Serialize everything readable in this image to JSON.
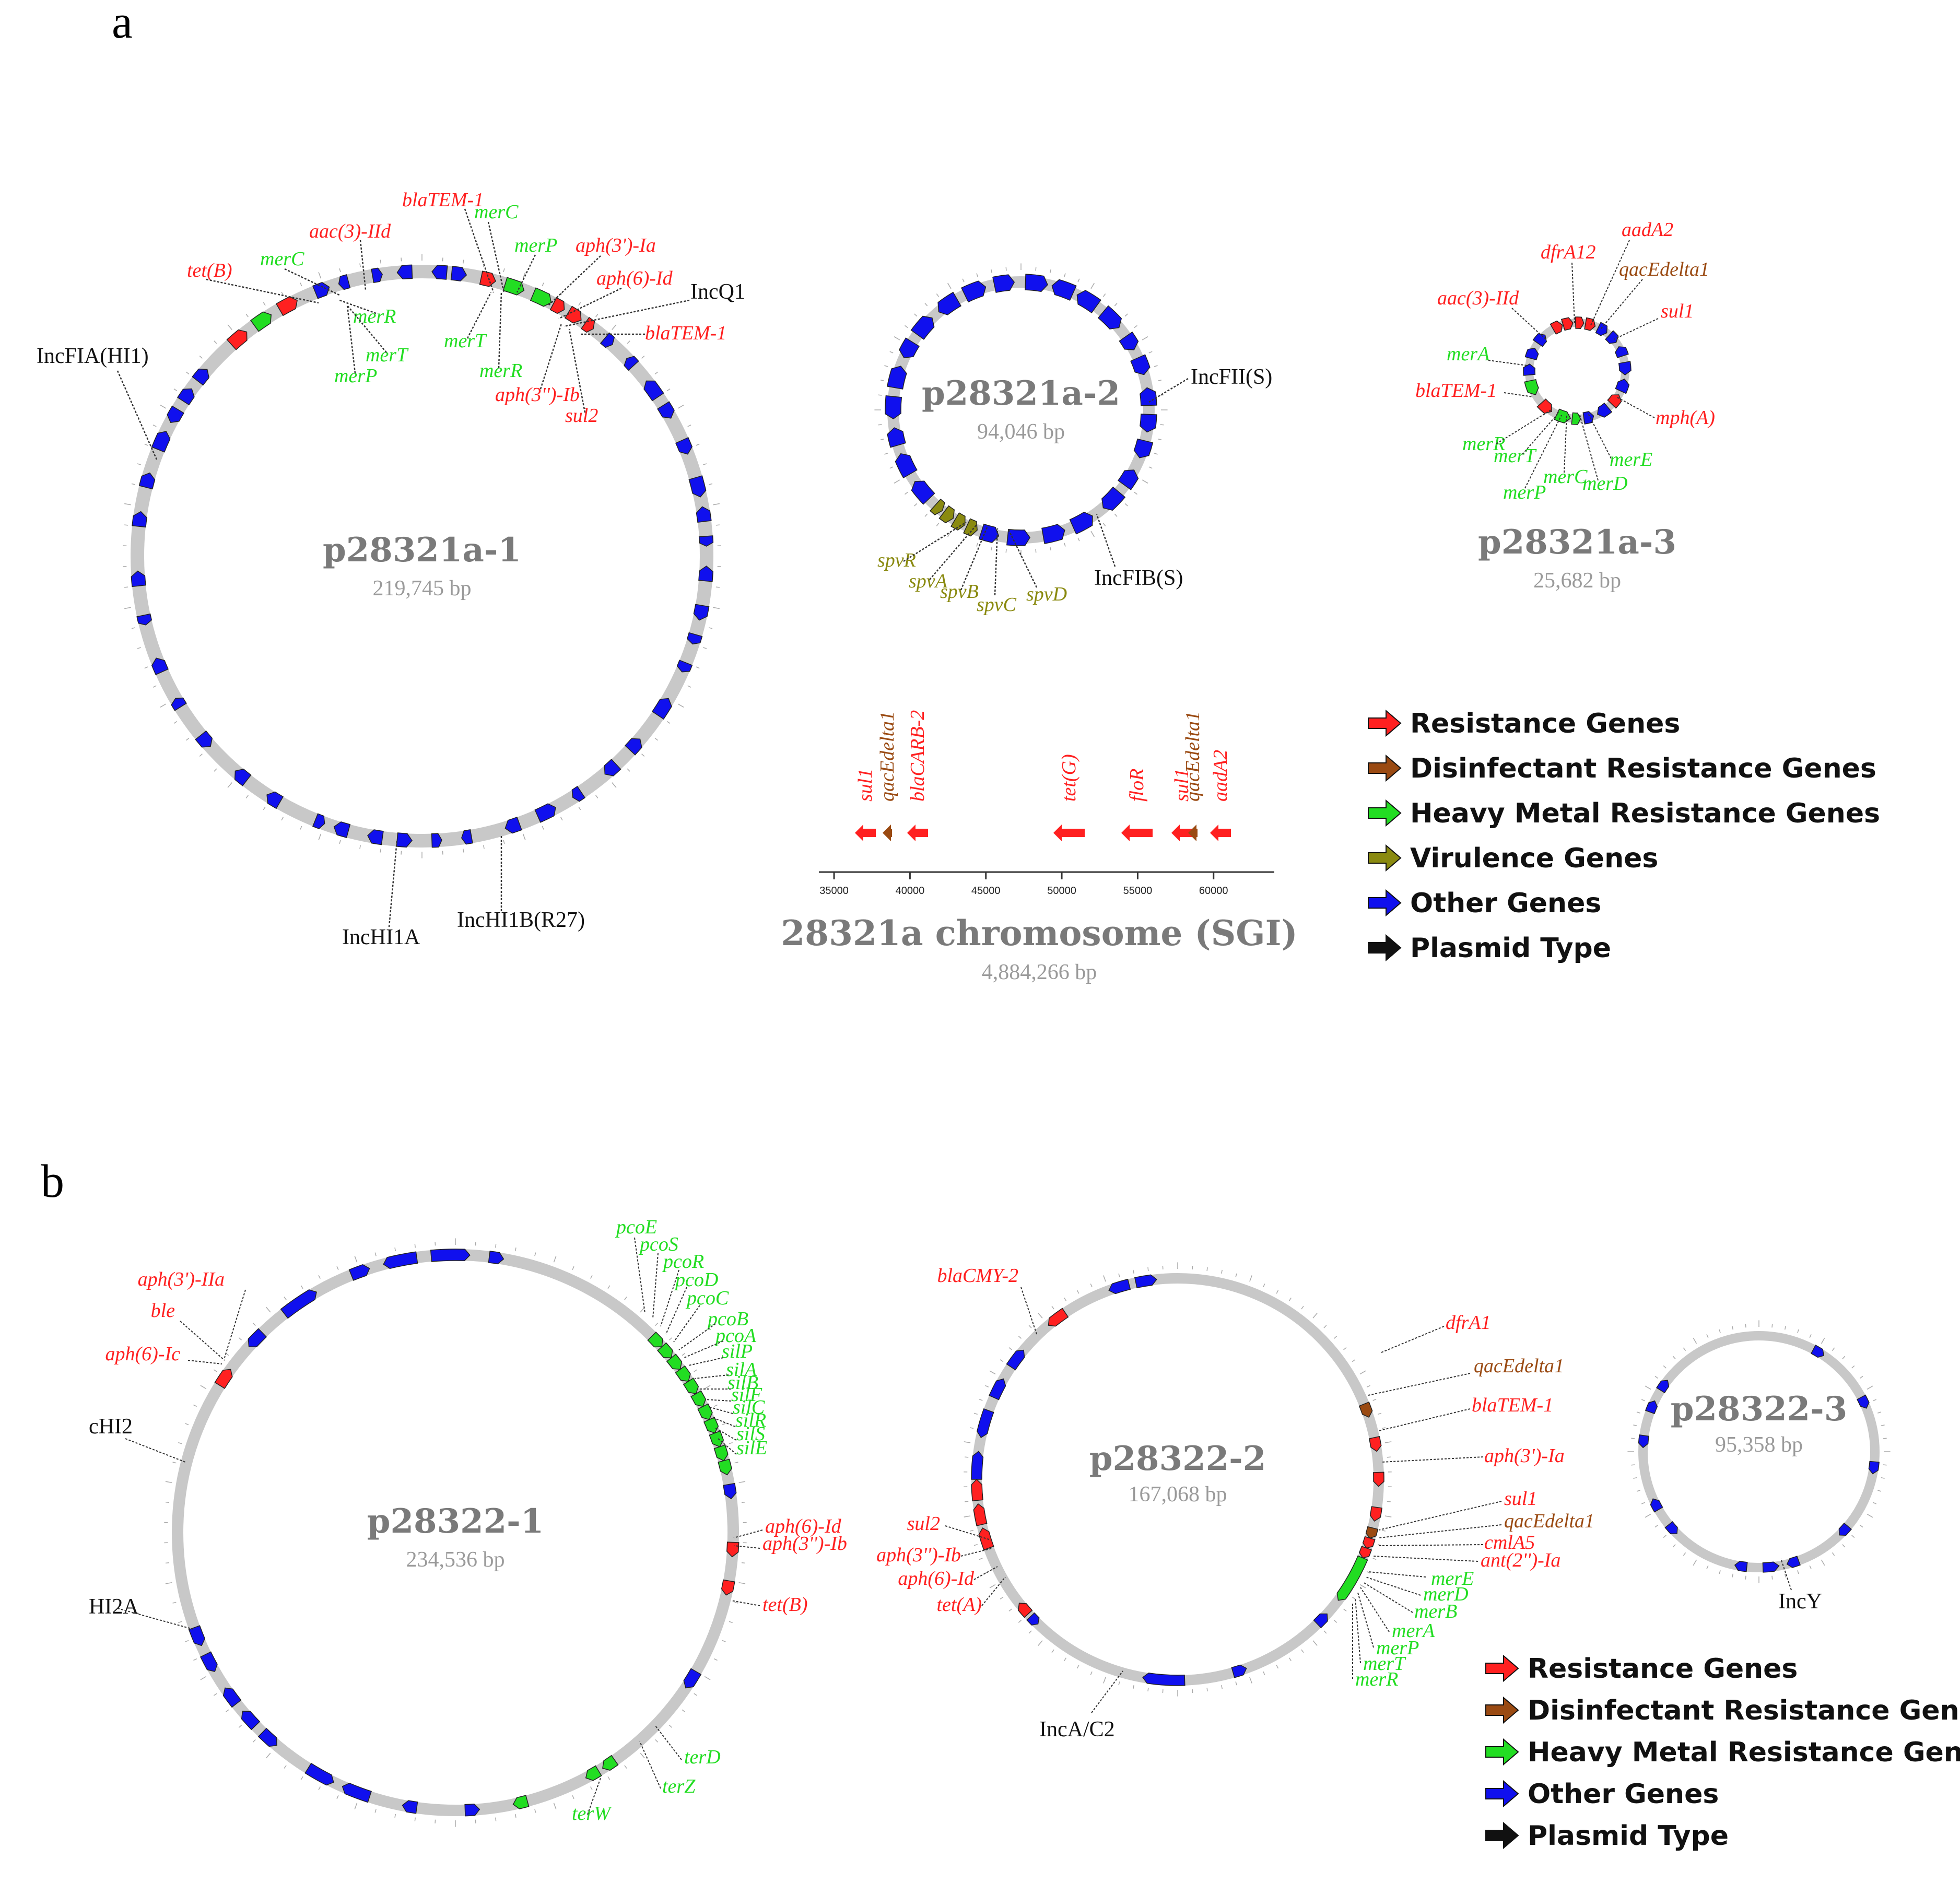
{
  "panel_a": {
    "letter": "a",
    "plasmids": [
      {
        "name": "p28321a-1",
        "length": "219,745 bp"
      },
      {
        "name": "p28321a-2",
        "length": "94,046 bp"
      },
      {
        "name": "p28321a-3",
        "length": "25,682 bp"
      }
    ],
    "chromosome": {
      "name": "28321a chromosome (SGI)",
      "length": "4,884,266 bp",
      "axis_ticks": [
        "35000",
        "40000",
        "45000",
        "50000",
        "55000",
        "60000"
      ],
      "genes": [
        "sul1",
        "qacEdelta1",
        "blaCARB-2",
        "tet(G)",
        "floR",
        "sul1",
        "qacEdelta1",
        "aadA2"
      ]
    },
    "legend": [
      "Resistance Genes",
      "Disinfectant Resistance Genes",
      "Heavy Metal Resistance Genes",
      "Virulence Genes",
      "Other Genes",
      "Plasmid Type"
    ],
    "labels_1": [
      {
        "text": "blaTEM-1",
        "kind": "res"
      },
      {
        "text": "merC",
        "kind": "hm"
      },
      {
        "text": "aac(3)-IId",
        "kind": "res"
      },
      {
        "text": "merP",
        "kind": "hm"
      },
      {
        "text": "aph(3')-Ia",
        "kind": "res"
      },
      {
        "text": "tet(B)",
        "kind": "res"
      },
      {
        "text": "merC",
        "kind": "hm"
      },
      {
        "text": "aph(6)-Id",
        "kind": "res"
      },
      {
        "text": "IncQ1",
        "kind": "type"
      },
      {
        "text": "merR",
        "kind": "hm"
      },
      {
        "text": "blaTEM-1",
        "kind": "res"
      },
      {
        "text": "IncFIA(HI1)",
        "kind": "type"
      },
      {
        "text": "merT",
        "kind": "hm"
      },
      {
        "text": "merT",
        "kind": "hm"
      },
      {
        "text": "merP",
        "kind": "hm"
      },
      {
        "text": "merR",
        "kind": "hm"
      },
      {
        "text": "aph(3'')-Ib",
        "kind": "res"
      },
      {
        "text": "sul2",
        "kind": "res"
      },
      {
        "text": "IncHI1A",
        "kind": "type"
      },
      {
        "text": "IncHI1B(R27)",
        "kind": "type"
      }
    ],
    "labels_2": [
      {
        "text": "IncFII(S)",
        "kind": "type"
      },
      {
        "text": "spvR",
        "kind": "vir"
      },
      {
        "text": "spvA",
        "kind": "vir"
      },
      {
        "text": "spvB",
        "kind": "vir"
      },
      {
        "text": "spvC",
        "kind": "vir"
      },
      {
        "text": "spvD",
        "kind": "vir"
      },
      {
        "text": "IncFIB(S)",
        "kind": "type"
      }
    ],
    "labels_3": [
      {
        "text": "aadA2",
        "kind": "res"
      },
      {
        "text": "dfrA12",
        "kind": "res"
      },
      {
        "text": "qacEdelta1",
        "kind": "dis"
      },
      {
        "text": "aac(3)-IId",
        "kind": "res"
      },
      {
        "text": "sul1",
        "kind": "res"
      },
      {
        "text": "merA",
        "kind": "hm"
      },
      {
        "text": "blaTEM-1",
        "kind": "res"
      },
      {
        "text": "mph(A)",
        "kind": "res"
      },
      {
        "text": "merR",
        "kind": "hm"
      },
      {
        "text": "merT",
        "kind": "hm"
      },
      {
        "text": "merE",
        "kind": "hm"
      },
      {
        "text": "merC",
        "kind": "hm"
      },
      {
        "text": "merD",
        "kind": "hm"
      },
      {
        "text": "merP",
        "kind": "hm"
      }
    ]
  },
  "panel_b": {
    "letter": "b",
    "plasmids": [
      {
        "name": "p28322-1",
        "length": "234,536 bp"
      },
      {
        "name": "p28322-2",
        "length": "167,068 bp"
      },
      {
        "name": "p28322-3",
        "length": "95,358 bp"
      }
    ],
    "legend": [
      "Resistance Genes",
      "Disinfectant Resistance Genes",
      "Heavy Metal Resistance Genes",
      "Other Genes",
      "Plasmid Type"
    ],
    "labels_1": [
      {
        "text": "pcoE",
        "kind": "hm"
      },
      {
        "text": "pcoS",
        "kind": "hm"
      },
      {
        "text": "pcoR",
        "kind": "hm"
      },
      {
        "text": "pcoD",
        "kind": "hm"
      },
      {
        "text": "pcoC",
        "kind": "hm"
      },
      {
        "text": "pcoB",
        "kind": "hm"
      },
      {
        "text": "pcoA",
        "kind": "hm"
      },
      {
        "text": "silP",
        "kind": "hm"
      },
      {
        "text": "silA",
        "kind": "hm"
      },
      {
        "text": "silB",
        "kind": "hm"
      },
      {
        "text": "silF",
        "kind": "hm"
      },
      {
        "text": "silC",
        "kind": "hm"
      },
      {
        "text": "silR",
        "kind": "hm"
      },
      {
        "text": "silS",
        "kind": "hm"
      },
      {
        "text": "silE",
        "kind": "hm"
      },
      {
        "text": "aph(3')-IIa",
        "kind": "res"
      },
      {
        "text": "ble",
        "kind": "res"
      },
      {
        "text": "aph(6)-Ic",
        "kind": "res"
      },
      {
        "text": "cHI2",
        "kind": "type"
      },
      {
        "text": "aph(6)-Id",
        "kind": "res"
      },
      {
        "text": "aph(3'')-Ib",
        "kind": "res"
      },
      {
        "text": "tet(B)",
        "kind": "res"
      },
      {
        "text": "HI2A",
        "kind": "type"
      },
      {
        "text": "terD",
        "kind": "hm"
      },
      {
        "text": "terZ",
        "kind": "hm"
      },
      {
        "text": "terW",
        "kind": "hm"
      }
    ],
    "labels_2": [
      {
        "text": "blaCMY-2",
        "kind": "res"
      },
      {
        "text": "dfrA1",
        "kind": "res"
      },
      {
        "text": "qacEdelta1",
        "kind": "dis"
      },
      {
        "text": "blaTEM-1",
        "kind": "res"
      },
      {
        "text": "aph(3')-Ia",
        "kind": "res"
      },
      {
        "text": "sul1",
        "kind": "res"
      },
      {
        "text": "qacEdelta1",
        "kind": "dis"
      },
      {
        "text": "cmlA5",
        "kind": "res"
      },
      {
        "text": "ant(2'')-Ia",
        "kind": "res"
      },
      {
        "text": "sul2",
        "kind": "res"
      },
      {
        "text": "aph(3'')-Ib",
        "kind": "res"
      },
      {
        "text": "aph(6)-Id",
        "kind": "res"
      },
      {
        "text": "tet(A)",
        "kind": "res"
      },
      {
        "text": "merE",
        "kind": "hm"
      },
      {
        "text": "merD",
        "kind": "hm"
      },
      {
        "text": "merB",
        "kind": "hm"
      },
      {
        "text": "merA",
        "kind": "hm"
      },
      {
        "text": "merP",
        "kind": "hm"
      },
      {
        "text": "merT",
        "kind": "hm"
      },
      {
        "text": "merR",
        "kind": "hm"
      },
      {
        "text": "IncA/C2",
        "kind": "type"
      }
    ],
    "labels_3": [
      {
        "text": "IncY",
        "kind": "type"
      }
    ]
  },
  "colors": {
    "res": "#ff2020",
    "dis": "#9a4a12",
    "hm": "#22dd22",
    "vir": "#8a8a10",
    "other": "#1010ee",
    "type": "#111111",
    "backbone": "#c8c8c8",
    "name": "#7a7a7a",
    "length": "#9a9a9a"
  }
}
